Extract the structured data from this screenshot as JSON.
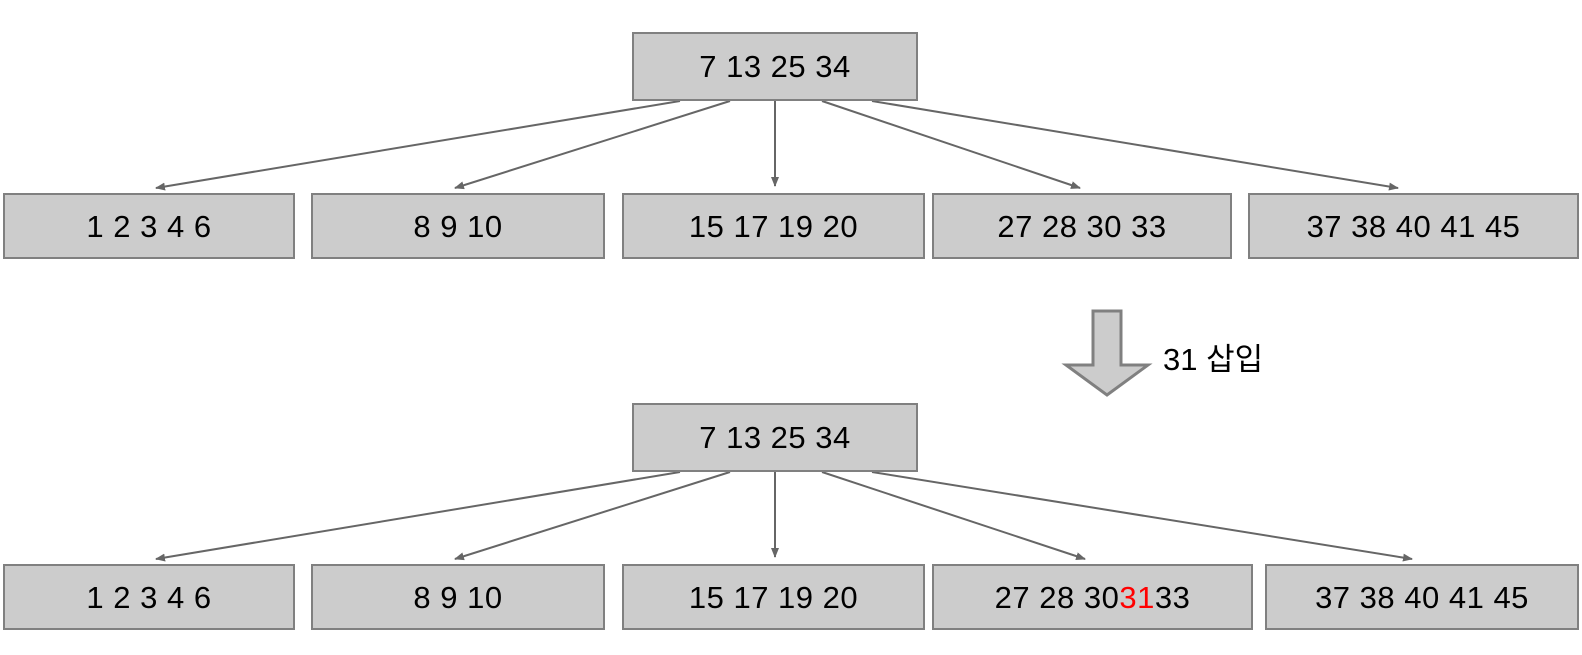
{
  "diagram": {
    "title": "B-tree insertion of 31",
    "colors": {
      "node_fill": "#cccccc",
      "node_border": "#808080",
      "edge": "#666666",
      "highlight": "#ff0000",
      "text": "#000000",
      "background": "#ffffff"
    }
  },
  "before": {
    "root": {
      "keys": "7 13 25 34"
    },
    "leaves": [
      {
        "keys": "1 2 3 4 6"
      },
      {
        "keys": "8 9 10"
      },
      {
        "keys": "15 17 19 20"
      },
      {
        "keys": "27 28 30 33"
      },
      {
        "keys": "37 38 40 41 45"
      }
    ]
  },
  "operation": {
    "label": "31 삽입",
    "value": "31",
    "action": "삽입",
    "arrow_icon": "down-block-arrow"
  },
  "after": {
    "root": {
      "keys": "7 13 25 34"
    },
    "leaves": [
      {
        "keys": "1 2 3 4 6",
        "prefix": "1 2 3 4 6",
        "inserted": "",
        "suffix": ""
      },
      {
        "keys": "8 9 10",
        "prefix": "8 9 10",
        "inserted": "",
        "suffix": ""
      },
      {
        "keys": "15 17 19 20",
        "prefix": "15 17 19 20",
        "inserted": "",
        "suffix": ""
      },
      {
        "keys": "27 28 30 31 33",
        "prefix": "27 28 30 ",
        "inserted": "31",
        "suffix": " 33"
      },
      {
        "keys": "37 38 40 41 45",
        "prefix": "37 38 40 41 45",
        "inserted": "",
        "suffix": ""
      }
    ]
  }
}
